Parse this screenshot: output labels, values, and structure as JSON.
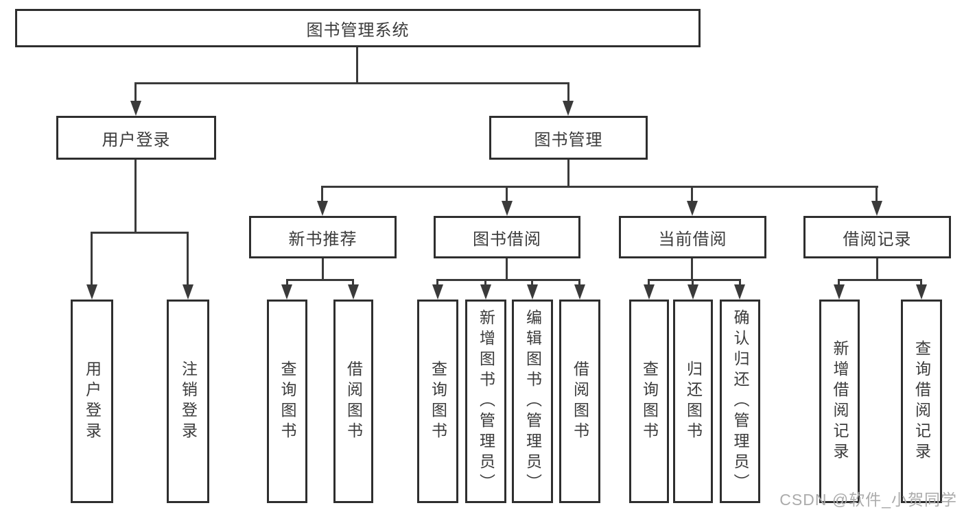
{
  "colors": {
    "line": "#3a3a3a",
    "border": "#2e2e2e",
    "text": "#3b3b3b",
    "bg": "#ffffff",
    "watermark": "#ababab"
  },
  "diagram": {
    "root": {
      "label": "图书管理系统"
    },
    "level2": [
      {
        "label": "用户登录"
      },
      {
        "label": "图书管理"
      }
    ],
    "level3": [
      {
        "label": "新书推荐"
      },
      {
        "label": "图书借阅"
      },
      {
        "label": "当前借阅"
      },
      {
        "label": "借阅记录"
      }
    ],
    "leaves": {
      "user_login": [
        {
          "label": "用户登录"
        },
        {
          "label": "注销登录"
        }
      ],
      "new_book_recommendation": [
        {
          "label": "查询图书"
        },
        {
          "label": "借阅图书"
        }
      ],
      "book_borrowing": [
        {
          "label": "查询图书"
        },
        {
          "label": "新增图书（管理员）"
        },
        {
          "label": "编辑图书（管理员）"
        },
        {
          "label": "借阅图书"
        }
      ],
      "current_borrowing": [
        {
          "label": "查询图书"
        },
        {
          "label": "归还图书"
        },
        {
          "label": "确认归还（管理员）"
        }
      ],
      "borrowing_records": [
        {
          "label": "新增借阅记录"
        },
        {
          "label": "查询借阅记录"
        }
      ]
    }
  },
  "watermark": {
    "text": "CSDN @软件_小贺同学"
  }
}
